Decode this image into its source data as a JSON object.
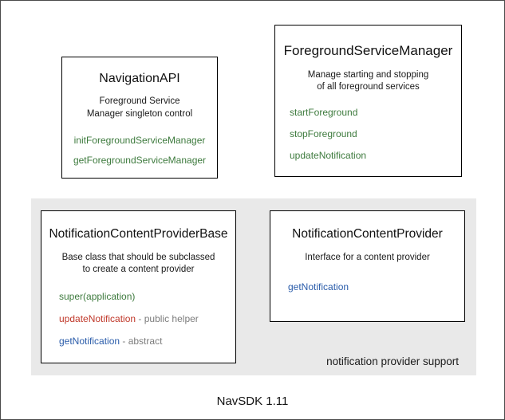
{
  "diagram": {
    "footer_caption": "NavSDK 1.11",
    "group_panel": {
      "label": "notification provider support"
    },
    "colors": {
      "method_green": "#3d7a3d",
      "method_red": "#c0392b",
      "method_blue": "#2a5caa",
      "annotation_gray": "#7c7c7c",
      "panel_background": "#e9e9e9",
      "box_border": "#000000",
      "canvas_background": "#ffffff"
    },
    "boxes": {
      "navigation_api": {
        "title": "NavigationAPI",
        "description": "Foreground Service\nManager singleton control",
        "methods": [
          {
            "name": "initForegroundServiceManager",
            "note": ""
          },
          {
            "name": "getForegroundServiceManager",
            "note": ""
          }
        ]
      },
      "foreground_service_manager": {
        "title": "ForegroundServiceManager",
        "description": "Manage starting and stopping\nof all foreground services",
        "methods": [
          {
            "name": "startForeground",
            "note": ""
          },
          {
            "name": "stopForeground",
            "note": ""
          },
          {
            "name": "updateNotification",
            "note": ""
          }
        ]
      },
      "notification_content_provider_base": {
        "title": "NotificationContentProviderBase",
        "description": "Base class that should be subclassed\nto create a content provider",
        "methods": [
          {
            "name": "super(application)",
            "note": ""
          },
          {
            "name": "updateNotification",
            "note": " - public helper"
          },
          {
            "name": "getNotification",
            "note": " - abstract"
          }
        ]
      },
      "notification_content_provider": {
        "title": "NotificationContentProvider",
        "description": "Interface for a content provider",
        "methods": [
          {
            "name": "getNotification",
            "note": ""
          }
        ]
      }
    }
  }
}
